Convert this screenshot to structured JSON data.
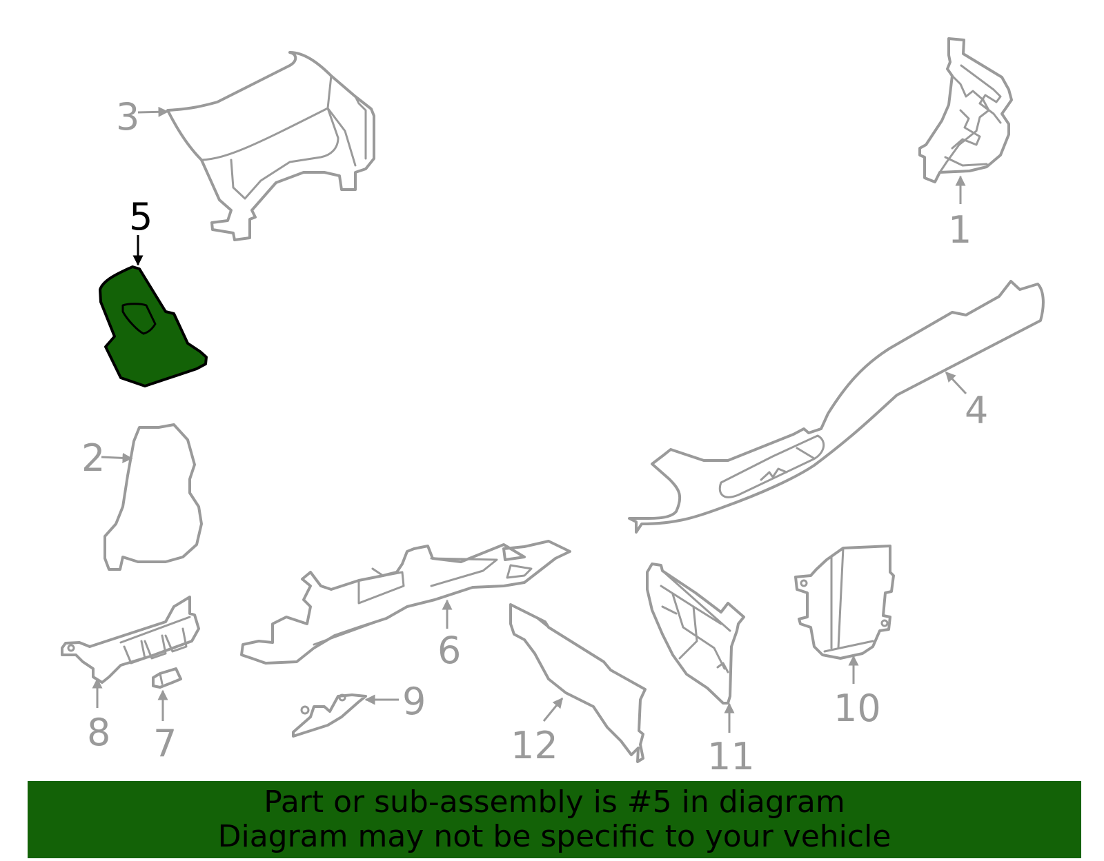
{
  "diagram": {
    "highlight_color": "#136207",
    "line_color": "#9a9a9a",
    "callouts": {
      "part_1": "1",
      "part_2": "2",
      "part_3": "3",
      "part_4": "4",
      "part_5": "5",
      "part_6": "6",
      "part_7": "7",
      "part_8": "8",
      "part_9": "9",
      "part_10": "10",
      "part_11": "11",
      "part_12": "12"
    },
    "highlighted_part": "5"
  },
  "banner": {
    "line1": "Part or sub-assembly is #5 in diagram",
    "line2": "Diagram may not be specific to your vehicle"
  }
}
